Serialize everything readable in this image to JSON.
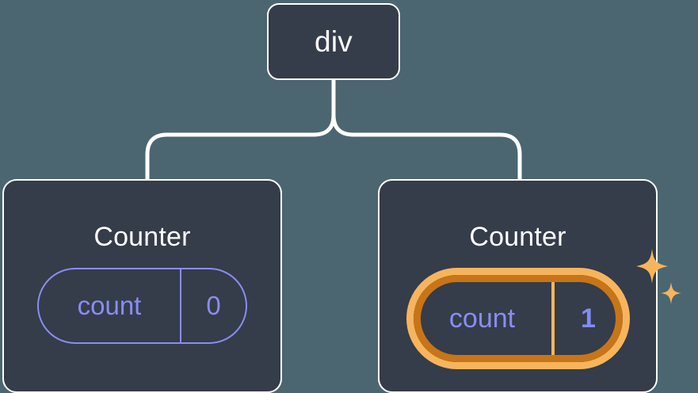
{
  "diagram": {
    "title": "react-component-tree-state-update",
    "background_color": "#4b6670",
    "node_fill": "#353c4a",
    "node_border": "#ffffff",
    "connector_color": "#ffffff",
    "accent_indigo": "#888ef2",
    "highlight_outer": "#c77518",
    "highlight_inner": "#f6b55d",
    "sparkle_color": "#f6b55d"
  },
  "root": {
    "label": "div"
  },
  "children": [
    {
      "label": "Counter",
      "state": {
        "name": "count",
        "value": "0"
      },
      "highlighted": false
    },
    {
      "label": "Counter",
      "state": {
        "name": "count",
        "value": "1"
      },
      "highlighted": true
    }
  ],
  "icons": {
    "sparkle_large": "sparkle-icon",
    "sparkle_small": "sparkle-icon"
  }
}
